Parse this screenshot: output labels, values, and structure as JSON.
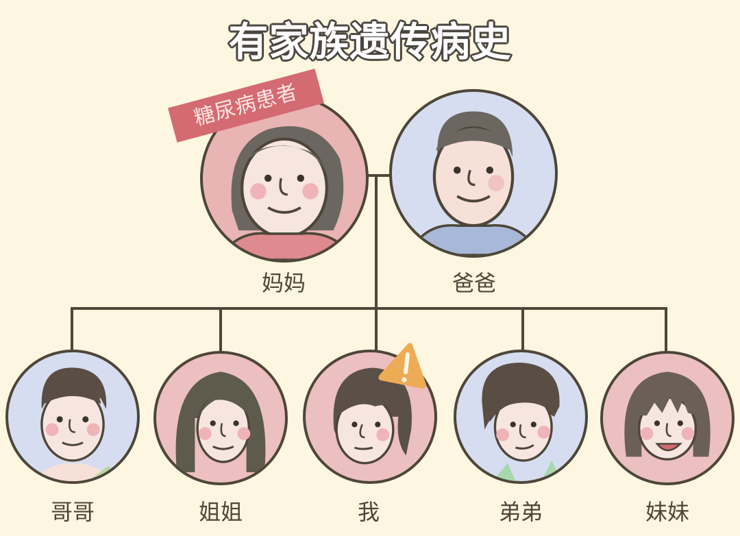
{
  "title": "有家族遗传病史",
  "parents": [
    {
      "id": "mother",
      "label": "妈妈",
      "bg": "#e8b4b4",
      "tag": "糖尿病患者",
      "tag_color": "#d46a72"
    },
    {
      "id": "father",
      "label": "爸爸",
      "bg": "#d6ddf0"
    }
  ],
  "children": [
    {
      "id": "older-brother",
      "label": "哥哥",
      "bg": "#d6ddf0"
    },
    {
      "id": "older-sister",
      "label": "姐姐",
      "bg": "#ecc0c0"
    },
    {
      "id": "me",
      "label": "我",
      "bg": "#ecc0c0",
      "warning": "!"
    },
    {
      "id": "younger-brother",
      "label": "弟弟",
      "bg": "#d6ddf0"
    },
    {
      "id": "younger-sister",
      "label": "妹妹",
      "bg": "#ecc0c0"
    }
  ],
  "colors": {
    "background": "#fdf6e0",
    "line": "#4d4639",
    "warning": "#eeab55",
    "tag": "#d46a72"
  }
}
